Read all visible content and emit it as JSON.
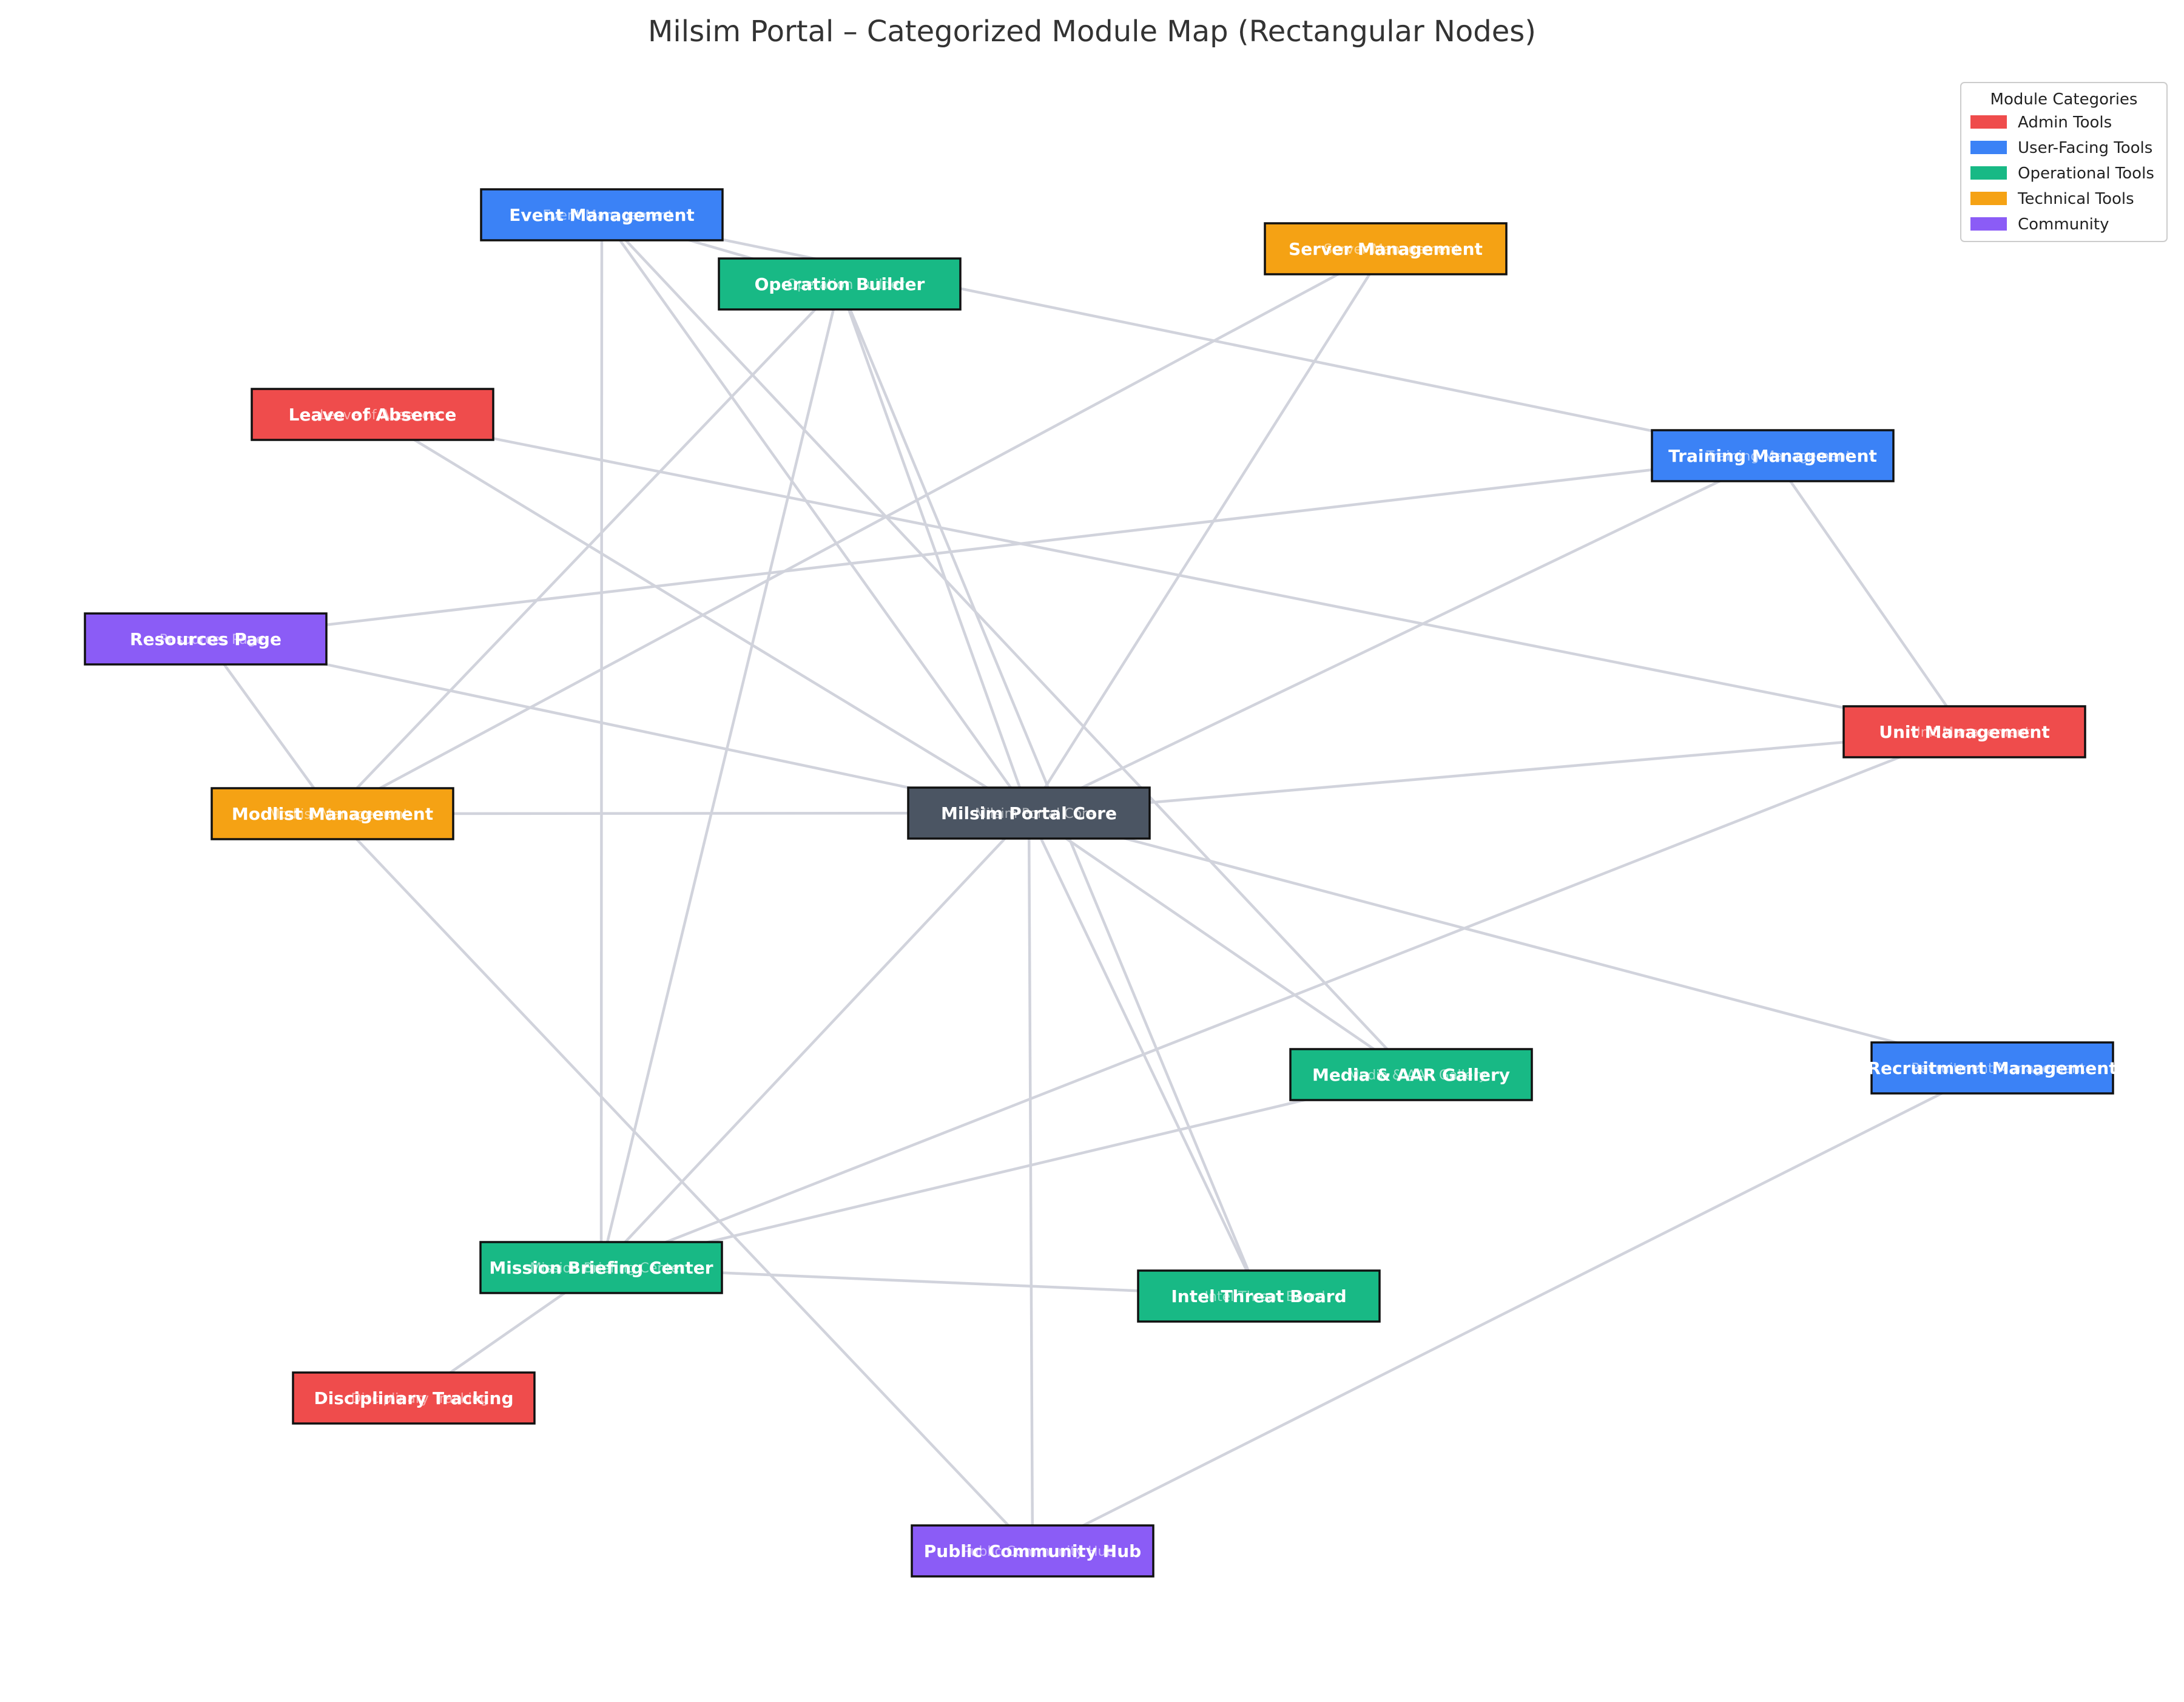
{
  "title": "Milsim Portal – Categorized Module Map (Rectangular Nodes)",
  "legend": {
    "title": "Module Categories",
    "items": [
      {
        "id": "admin",
        "label": "Admin Tools",
        "color": "#ef4c4c"
      },
      {
        "id": "user",
        "label": "User-Facing Tools",
        "color": "#3b82f6"
      },
      {
        "id": "ops",
        "label": "Operational Tools",
        "color": "#18b985"
      },
      {
        "id": "tech",
        "label": "Technical Tools",
        "color": "#f5a214"
      },
      {
        "id": "community",
        "label": "Community",
        "color": "#8b5cf6"
      }
    ]
  },
  "core_color": "#4b5563",
  "nodes": [
    {
      "id": "core",
      "label": "Milsim Portal Core",
      "category": "core"
    },
    {
      "id": "event",
      "label": "Event Management",
      "category": "user"
    },
    {
      "id": "opbuilder",
      "label": "Operation Builder",
      "category": "ops"
    },
    {
      "id": "server",
      "label": "Server Management",
      "category": "tech"
    },
    {
      "id": "leave",
      "label": "Leave of Absence",
      "category": "admin"
    },
    {
      "id": "training",
      "label": "Training Management",
      "category": "user"
    },
    {
      "id": "resources",
      "label": "Resources Page",
      "category": "community"
    },
    {
      "id": "unit",
      "label": "Unit Management",
      "category": "admin"
    },
    {
      "id": "modlist",
      "label": "Modlist Management",
      "category": "tech"
    },
    {
      "id": "media",
      "label": "Media & AAR Gallery",
      "category": "ops"
    },
    {
      "id": "recruit",
      "label": "Recruitment Management",
      "category": "user"
    },
    {
      "id": "mission",
      "label": "Mission Briefing Center",
      "category": "ops"
    },
    {
      "id": "intel",
      "label": "Intel Threat Board",
      "category": "ops"
    },
    {
      "id": "disc",
      "label": "Disciplinary Tracking",
      "category": "admin"
    },
    {
      "id": "hub",
      "label": "Public Community Hub",
      "category": "community"
    }
  ],
  "edges": [
    [
      "event",
      "mission"
    ],
    [
      "event",
      "opbuilder"
    ],
    [
      "event",
      "training"
    ],
    [
      "event",
      "core"
    ],
    [
      "event",
      "media"
    ],
    [
      "opbuilder",
      "modlist"
    ],
    [
      "opbuilder",
      "mission"
    ],
    [
      "opbuilder",
      "core"
    ],
    [
      "opbuilder",
      "intel"
    ],
    [
      "server",
      "modlist"
    ],
    [
      "server",
      "core"
    ],
    [
      "leave",
      "core"
    ],
    [
      "leave",
      "unit"
    ],
    [
      "training",
      "resources"
    ],
    [
      "training",
      "core"
    ],
    [
      "training",
      "unit"
    ],
    [
      "resources",
      "core"
    ],
    [
      "resources",
      "modlist"
    ],
    [
      "unit",
      "core"
    ],
    [
      "unit",
      "mission"
    ],
    [
      "modlist",
      "core"
    ],
    [
      "modlist",
      "hub"
    ],
    [
      "core",
      "media"
    ],
    [
      "core",
      "recruit"
    ],
    [
      "core",
      "intel"
    ],
    [
      "core",
      "hub"
    ],
    [
      "core",
      "mission"
    ],
    [
      "mission",
      "intel"
    ],
    [
      "mission",
      "media"
    ],
    [
      "mission",
      "disc"
    ],
    [
      "recruit",
      "hub"
    ]
  ]
}
